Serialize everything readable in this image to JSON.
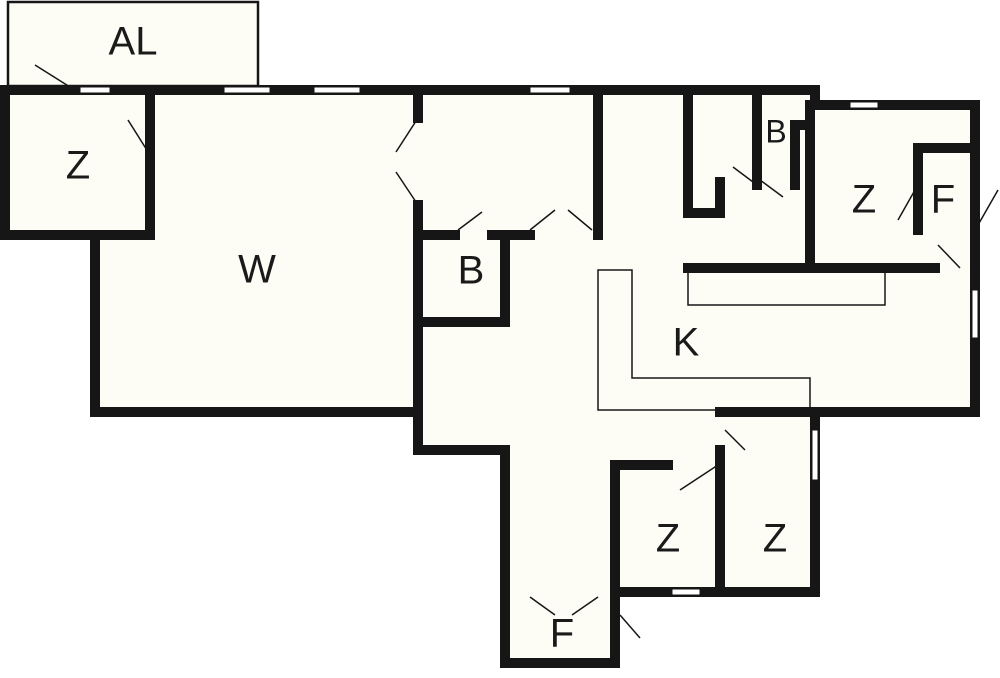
{
  "floor_plan": {
    "floor_color": "#fdfdf6",
    "wall_color": "#161616",
    "rooms": {
      "balcony": "AL",
      "bedroom_nw": "Z",
      "living": "W",
      "bath_center": "B",
      "bath_small": "B",
      "bedroom_ne": "Z",
      "hall_ne": "F",
      "kitchen": "K",
      "bedroom_s1": "Z",
      "bedroom_s2": "Z",
      "hall_s": "F"
    }
  }
}
